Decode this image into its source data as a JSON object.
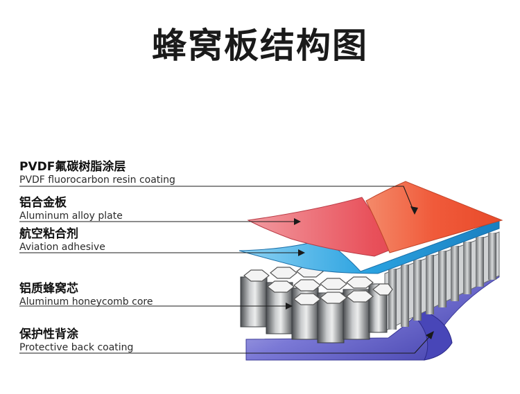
{
  "title": "蜂窝板结构图",
  "layers": [
    {
      "zh": "PVDF氟碳树脂涂层",
      "en": "PVDF fluorocarbon resin coating"
    },
    {
      "zh": "铝合金板",
      "en": "Aluminum alloy plate"
    },
    {
      "zh": "航空粘合剂",
      "en": "Aviation adhesive"
    },
    {
      "zh": "铝质蜂窝芯",
      "en": "Aluminum honeycomb core"
    },
    {
      "zh": "保护性背涂",
      "en": "Protective back coating"
    }
  ],
  "colors": {
    "coating": "#ee5a3a",
    "plate": "#e85560",
    "adhesive": "#2a9fdc",
    "honeycomb": "#8f9294",
    "back_coating": "#5a58c8",
    "leader_line": "#1a1a1a"
  }
}
